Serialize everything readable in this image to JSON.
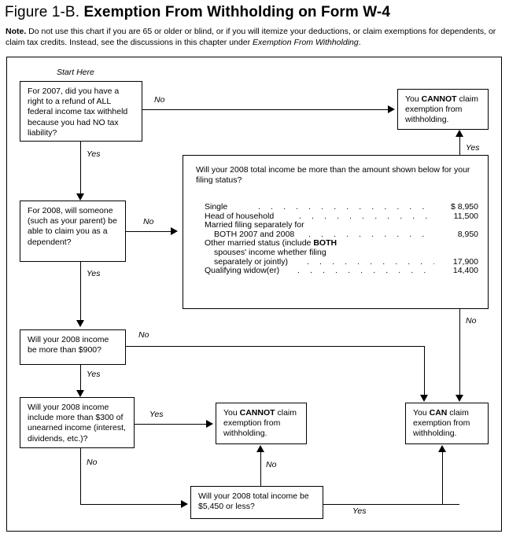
{
  "title": {
    "prefix": "Figure 1-B. ",
    "main": "Exemption From Withholding on Form W-4"
  },
  "note": {
    "label": "Note.",
    "text_1": " Do not use this chart if you are 65 or older or blind, or if you will itemize your deductions, or claim exemptions for dependents, or claim tax credits. Instead, see the discussions in this chapter under ",
    "emphasis": "Exemption From Withholding",
    "text_2": "."
  },
  "start_label": "Start Here",
  "nodes": {
    "q1": "For 2007, did you have a right to a refund of ALL federal income tax withheld because you had NO tax liability?",
    "q2": "For 2008, will someone (such as your parent) be able to claim you as a dependent?",
    "q3": "Will your 2008 income be more than $900?",
    "q4": "Will your 2008 income include more than $300 of unearned income (interest, dividends, etc.)?",
    "q5": "Will your 2008 total income be $5,450 or less?",
    "cannot_top": {
      "pre": "You ",
      "strong": "CANNOT",
      "post": " claim exemption from withholding."
    },
    "cannot_mid": {
      "pre": "You ",
      "strong": "CANNOT",
      "post": " claim exemption from withholding."
    },
    "can_right": {
      "pre": "You ",
      "strong": "CAN",
      "post": " claim exemption from withholding."
    }
  },
  "income_box": {
    "question": "Will your 2008 total income be more than the amount shown below for your filing status?",
    "rows": [
      {
        "label": "Single",
        "indent": false,
        "amount": "$ 8,950",
        "dots": true
      },
      {
        "label": "Head of household",
        "indent": false,
        "amount": "11,500",
        "dots": true
      },
      {
        "label": "Married filing separately for",
        "indent": false,
        "amount": "",
        "dots": false
      },
      {
        "label": "BOTH 2007 and 2008",
        "indent": true,
        "amount": "8,950",
        "dots": true
      },
      {
        "label": "Other married status (include BOTH",
        "indent": false,
        "amount": "",
        "dots": false,
        "bold_tail": "BOTH"
      },
      {
        "label": "spouses' income whether filing",
        "indent": true,
        "amount": "",
        "dots": false
      },
      {
        "label": "separately or jointly)",
        "indent": true,
        "amount": "17,900",
        "dots": true
      },
      {
        "label": "Qualifying widow(er)",
        "indent": false,
        "amount": "14,400",
        "dots": true
      }
    ]
  },
  "edge_labels": {
    "q1_no": "No",
    "q1_yes": "Yes",
    "q2_no": "No",
    "q2_yes": "Yes",
    "q3_no": "No",
    "q3_yes": "Yes",
    "q4_yes": "Yes",
    "q4_no": "No",
    "q5_no": "No",
    "q5_yes": "Yes",
    "income_yes": "Yes",
    "income_no": "No"
  },
  "colors": {
    "ink": "#000000",
    "paper": "#ffffff"
  }
}
